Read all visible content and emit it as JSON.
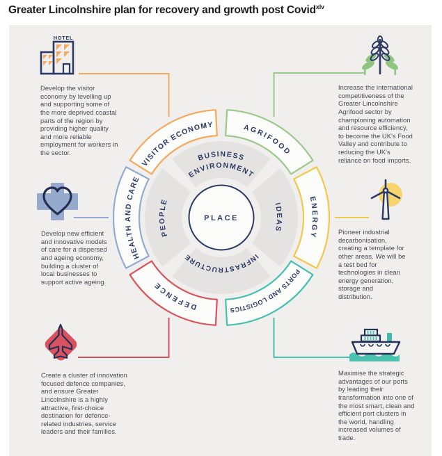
{
  "title": {
    "text": "Greater Lincolnshire plan for recovery and growth post Covid",
    "superscript": "xlv"
  },
  "colors": {
    "navy": "#2e3a66",
    "panel_bg": "#f0efed",
    "sector_fill": "#fcfcfb",
    "quadrant_fill": "#e5e3e1",
    "visitor_economy": "#f4a95c",
    "agrifood": "#9bc98b",
    "energy": "#f2c84b",
    "ports_logistics": "#45c0af",
    "defence": "#d9525c",
    "health_care": "#93aad2"
  },
  "diagram": {
    "center_label": "PLACE",
    "ring_labels": {
      "top_line1": "BUSINESS",
      "top_line2": "ENVIRONMENT",
      "right": "IDEAS",
      "bottom": "INFRASTRUCTURE",
      "left": "PEOPLE"
    },
    "sectors": [
      {
        "id": "visitor-economy",
        "label": "VISITOR ECONOMY",
        "color": "#f4a95c"
      },
      {
        "id": "agrifood",
        "label": "AGRIFOOD",
        "color": "#9bc98b"
      },
      {
        "id": "energy",
        "label": "ENERGY",
        "color": "#f2c84b"
      },
      {
        "id": "ports-logistics",
        "label": "PORTS AND LOGISTICS",
        "color": "#45c0af"
      },
      {
        "id": "defence",
        "label": "DEFENCE",
        "color": "#d9525c"
      },
      {
        "id": "health-care",
        "label": "HEALTH AND CARE",
        "color": "#93aad2"
      }
    ]
  },
  "icons": {
    "hotel_sign": "HOTEL"
  },
  "callouts": [
    {
      "id": "visitor-economy",
      "icon": "hotel-icon",
      "text": "Develop the visitor economy by levelling up and supporting some of the more deprived coastal parts of the region by providing higher quality and more reliable employment for workers in the sector."
    },
    {
      "id": "agrifood",
      "icon": "wheat-icon",
      "text": "Increase the international competitiveness of the Greater Lincolnshire Agrifood sector by championing automation and resource efficiency, to become the UK's Food Valley and contribute to reducing the UK's reliance on food imports."
    },
    {
      "id": "health-care",
      "icon": "heart-icon",
      "text": "Develop new efficient and innovative models of care for a dispersed and ageing economy, building a cluster of local businesses to support active ageing."
    },
    {
      "id": "energy",
      "icon": "wind-turbine-icon",
      "text": "Pioneer industrial decarbonisation, creating a template for other areas. We will be a test bed for technologies in clean energy generation, storage and distribution."
    },
    {
      "id": "defence",
      "icon": "fighter-jet-icon",
      "text": "Create a cluster of innovation focused defence companies, and ensure Greater Lincolnshire is a highly attractive, first-choice destination for defence-related industries, service leaders and their families."
    },
    {
      "id": "ports-logistics",
      "icon": "cargo-ship-icon",
      "text": "Maximise the strategic advantages of our ports by leading their transformation into one of the most smart, clean and efficient port clusters in the world, handling increased volumes of trade."
    }
  ]
}
